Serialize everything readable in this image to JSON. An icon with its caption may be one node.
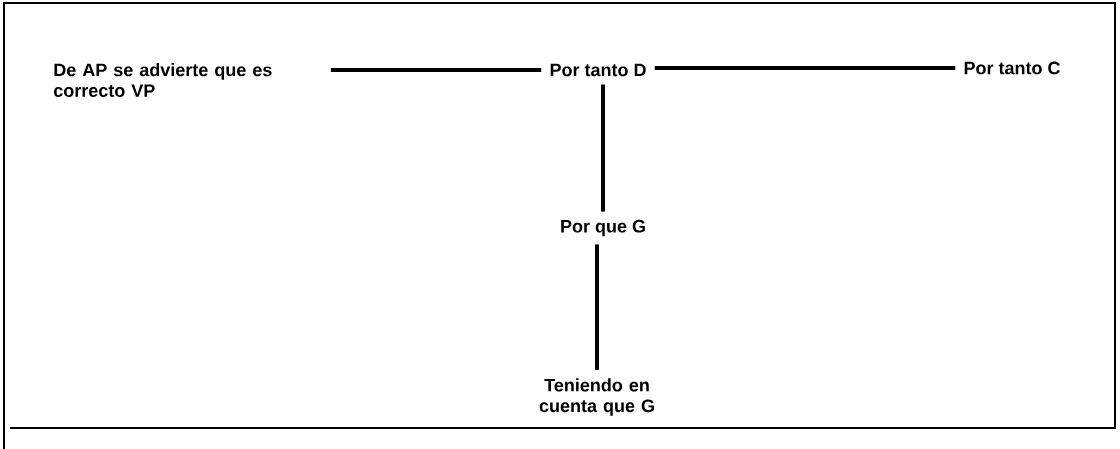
{
  "diagram": {
    "nodes": [
      {
        "text": [
          "De AP se advierte que es correcto VP"
        ]
      },
      {
        "text": [
          "Por tanto D"
        ]
      },
      {
        "text": [
          "Por tanto C"
        ]
      },
      {
        "text": [
          "Por que G"
        ]
      },
      {
        "text": [
          "Teniendo en cuenta que G"
        ]
      }
    ],
    "edges": [
      {
        "from": 0,
        "to": 1,
        "arrow": "none"
      },
      {
        "from": 1,
        "to": 2,
        "arrow": "none"
      },
      {
        "from": 1,
        "to": 3,
        "arrow": "none"
      },
      {
        "from": 3,
        "to": 4,
        "arrow": "none"
      }
    ]
  }
}
